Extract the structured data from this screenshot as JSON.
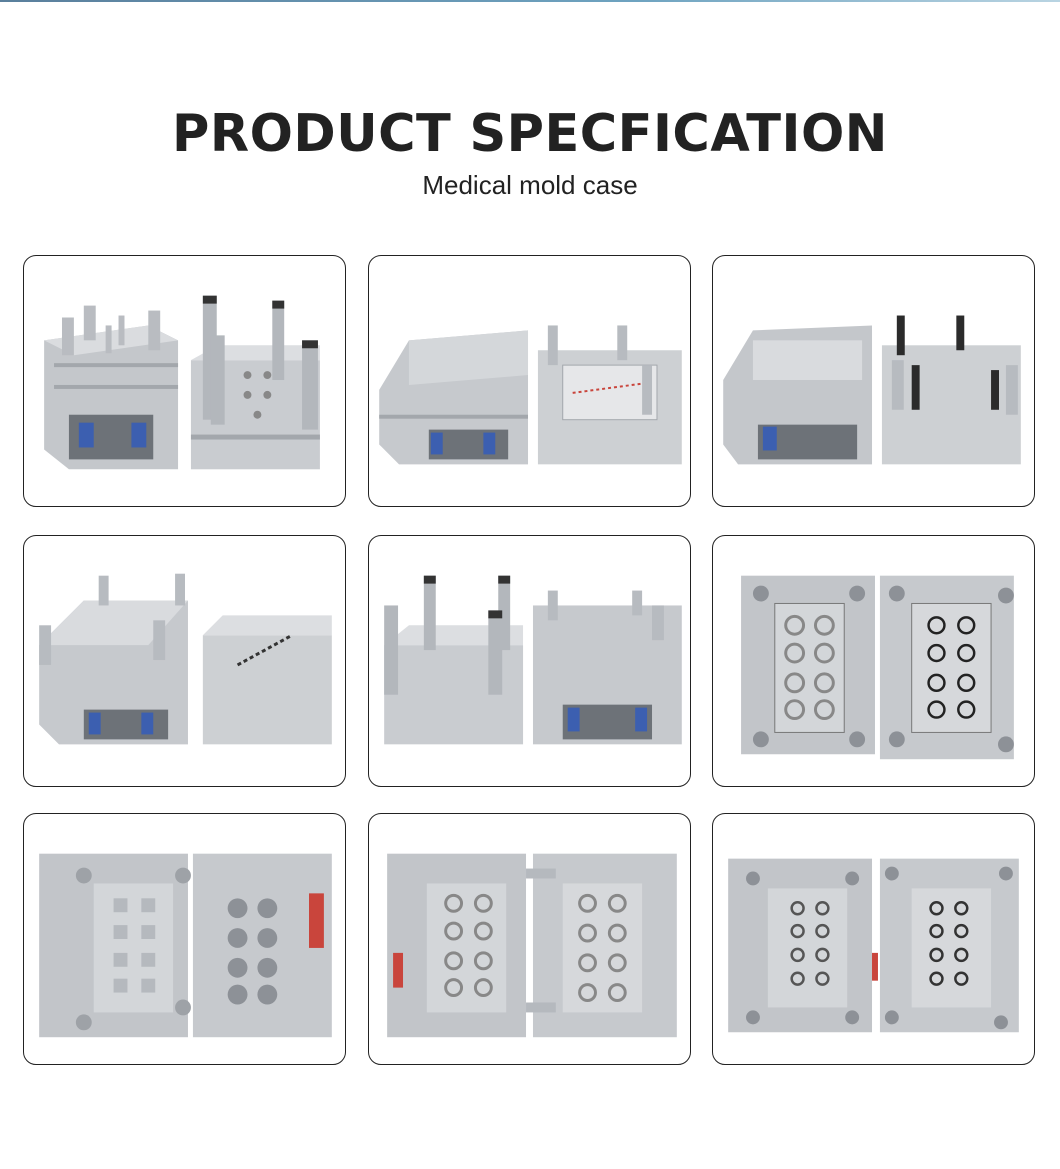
{
  "header": {
    "title": "PRODUCT SPECFICATION",
    "subtitle": "Medical mold case"
  },
  "gallery": {
    "items": [
      {
        "name": "mold-photo-1",
        "view": "two-plate mold halves with guide pillars, blue springs"
      },
      {
        "name": "mold-photo-2",
        "view": "mold halves side view, multi-cavity slot"
      },
      {
        "name": "mold-photo-3",
        "view": "mold halves with black ejector pins"
      },
      {
        "name": "mold-photo-4",
        "view": "mold halves with runner channel"
      },
      {
        "name": "mold-photo-5",
        "view": "mold halves with long guide pillars"
      },
      {
        "name": "mold-photo-6",
        "view": "opened mold, 8-cavity faces"
      },
      {
        "name": "mold-photo-7",
        "view": "opened mold, 8 cores and red clamp"
      },
      {
        "name": "mold-photo-8",
        "view": "opened mold, 8 cavities, red locks"
      },
      {
        "name": "mold-photo-9",
        "view": "opened mold, 8 cavity faces"
      }
    ]
  },
  "colors": {
    "title": "#222222",
    "card_border": "#222222",
    "steel": "#c9ccd0",
    "accent_blue": "#3c5fb0",
    "accent_red": "#c9453c"
  }
}
